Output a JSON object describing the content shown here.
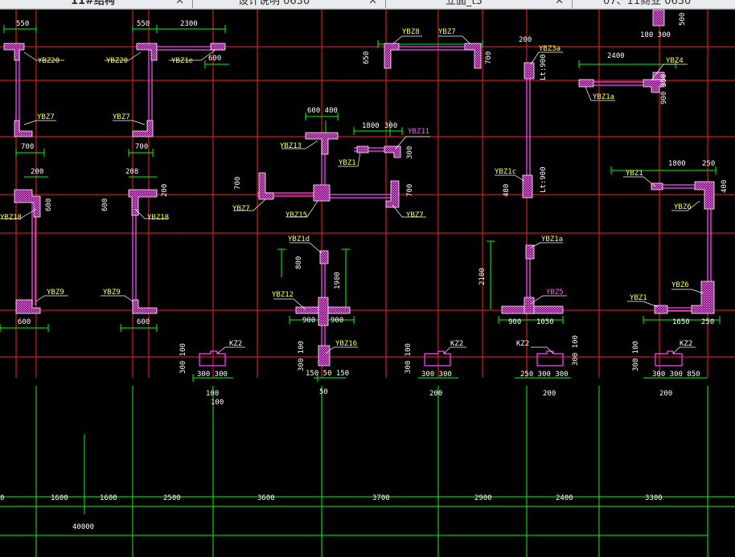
{
  "tabs": [
    {
      "label": "11#结构",
      "active": true
    },
    {
      "label": "设计说明 0630",
      "active": false
    },
    {
      "label": "立面_t3",
      "active": false
    },
    {
      "label": "07、11商业 0630",
      "active": false
    }
  ],
  "drawing": {
    "labels": {
      "ybz20_a": "YBZ20",
      "ybz20_b": "YBZ20",
      "ybz1e": "YBZ1e",
      "ybz7_a": "YBZ7",
      "ybz7_b": "YBZ7",
      "ybz8": "YBZ8",
      "ybz7_c": "YBZ7",
      "ybz3a": "YBZ3a",
      "ybz4": "YBZ4",
      "ybz1a_a": "YBZ1a",
      "ybz11": "YBZ11",
      "ybz13": "YBZ13",
      "ybz1_a": "YBZ1",
      "ybz18_a": "YBZ18",
      "ybz18_b": "YBZ18",
      "ybz7_d": "YBZ7",
      "ybz15": "YBZ15",
      "ybz7_e": "YBZ7",
      "ybz1c": "YBZ1c",
      "ybz1_b": "YBZ1",
      "ybz6_a": "YBZ6",
      "ybz1d": "YBZ1d",
      "ybz1a_b": "YBZ1a",
      "ybz9_a": "YBZ9",
      "ybz9_b": "YBZ9",
      "ybz12": "YBZ12",
      "ybz5": "YBZ5",
      "ybz6_b": "YBZ6",
      "ybz1_c": "YBZ1",
      "ybz16": "YBZ16",
      "kz2_a": "KZ2",
      "kz2_b": "KZ2",
      "kz2_c": "KZ2",
      "kz2_d": "KZ2"
    },
    "dims": {
      "d550a": "550",
      "d550b": "550",
      "d2300": "2300",
      "d600a": "600",
      "d650": "650",
      "d700a": "700",
      "d200a": "200",
      "d2400": "2400",
      "d180_300": "180  300",
      "d500": "500",
      "d900_350": "900  350",
      "d700b": "700",
      "d700c": "700",
      "d600_400": "600 400",
      "d1800a": "1800",
      "d300a": "300",
      "d300b": "300",
      "d700d": "700",
      "d700e": "700",
      "d200b": "200",
      "d208": "208",
      "d200c": "200",
      "d600b": "600",
      "d600c": "600",
      "d1800b": "1800",
      "d250a": "250",
      "d400": "400",
      "d480": "480",
      "dLt900a": "Lt:900",
      "dLt900b": "Lt:900",
      "d800": "800",
      "d1900": "1900",
      "d2100": "2100",
      "d600d": "600",
      "d600e": "600",
      "d900a": "900",
      "d900b": "900",
      "d900c": "900",
      "d1050": "1050",
      "d1650": "1650",
      "d250b": "250",
      "d300_100a": "300 100",
      "d300_300a": "300 300",
      "d100a": "100",
      "d100b": "100",
      "d300_100b": "300 100",
      "d150_50_150": "150 50 150",
      "d50": "50",
      "d300_100c": "300 100",
      "d300_300b": "300 300",
      "d200d": "200",
      "d250_300_300": "250 300 300",
      "d300_100d": "300 100",
      "d200e": "200",
      "d300_100e": "300 100",
      "d300_300_850": "300 300  850",
      "d200f": "200",
      "d250c": "250"
    },
    "axis_dims": [
      "0",
      "1600",
      "1600",
      "2500",
      "3600",
      "3700",
      "2900",
      "2400",
      "3300"
    ],
    "total_dim": "40000",
    "colors": {
      "background": "#000000",
      "grid": "#ff2020",
      "dimension": "#00ff00",
      "wall": "#ff44ff",
      "text": "#ffff33"
    }
  }
}
